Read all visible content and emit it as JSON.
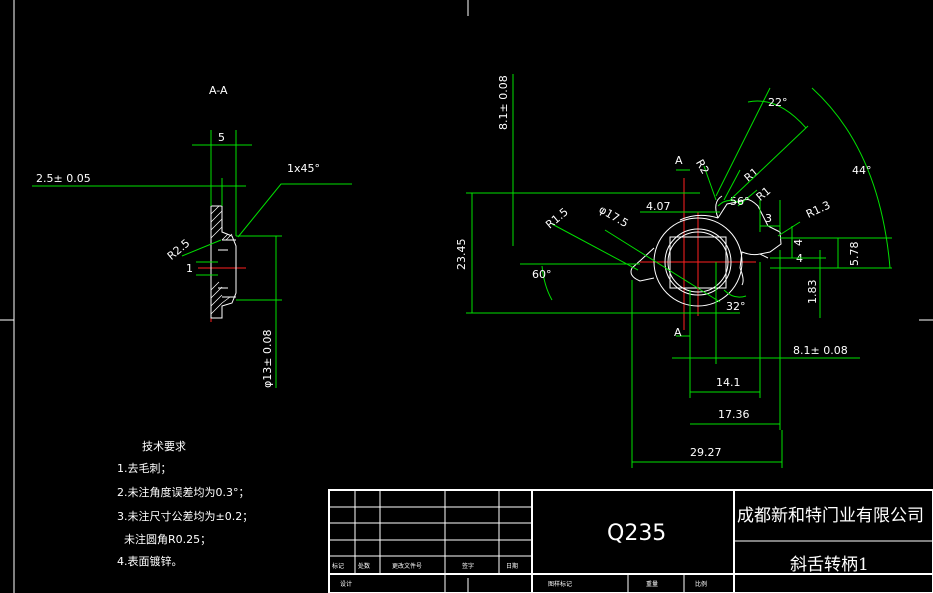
{
  "section_view": {
    "label": "A-A",
    "dims": {
      "width": "5",
      "thickness": "2.5± 0.05",
      "chamfer": "1x45°",
      "radius": "R2.5",
      "step": "1",
      "diameter": "φ13± 0.08"
    }
  },
  "main_view": {
    "section_mark_top": "A",
    "section_mark_bottom": "A",
    "dims": {
      "top_vertical": "8.1± 0.08",
      "height": "23.45",
      "r15": "R1.5",
      "dia175": "φ17.5",
      "w407": "4.07",
      "r2": "R2",
      "r1a": "R1",
      "r1b": "R1",
      "ang56": "56°",
      "ang22": "22°",
      "ang44": "44°",
      "r13": "R1.3",
      "d3": "3",
      "d4": "4",
      "d578": "5.78",
      "d183": "1.83",
      "ang60": "60°",
      "ang32": "32°",
      "h81": "8.1± 0.08",
      "w141": "14.1",
      "w1736": "17.36",
      "w2927": "29.27"
    }
  },
  "notes": {
    "title": "技术要求",
    "items": [
      "1.去毛刺；",
      "2.未注角度误差均为0.3°；",
      "3.未注尺寸公差均为±0.2；",
      "未注圆角R0.25；",
      "4.表面镀锌。"
    ]
  },
  "title_block": {
    "material": "Q235",
    "company": "成都新和特门业有限公司",
    "part_name": "斜舌转柄1",
    "headers": [
      "标记",
      "处数",
      "更改文件号",
      "签字",
      "日期"
    ],
    "design": "设计",
    "stage": "图样标记",
    "weight": "重量",
    "scale": "比例"
  }
}
